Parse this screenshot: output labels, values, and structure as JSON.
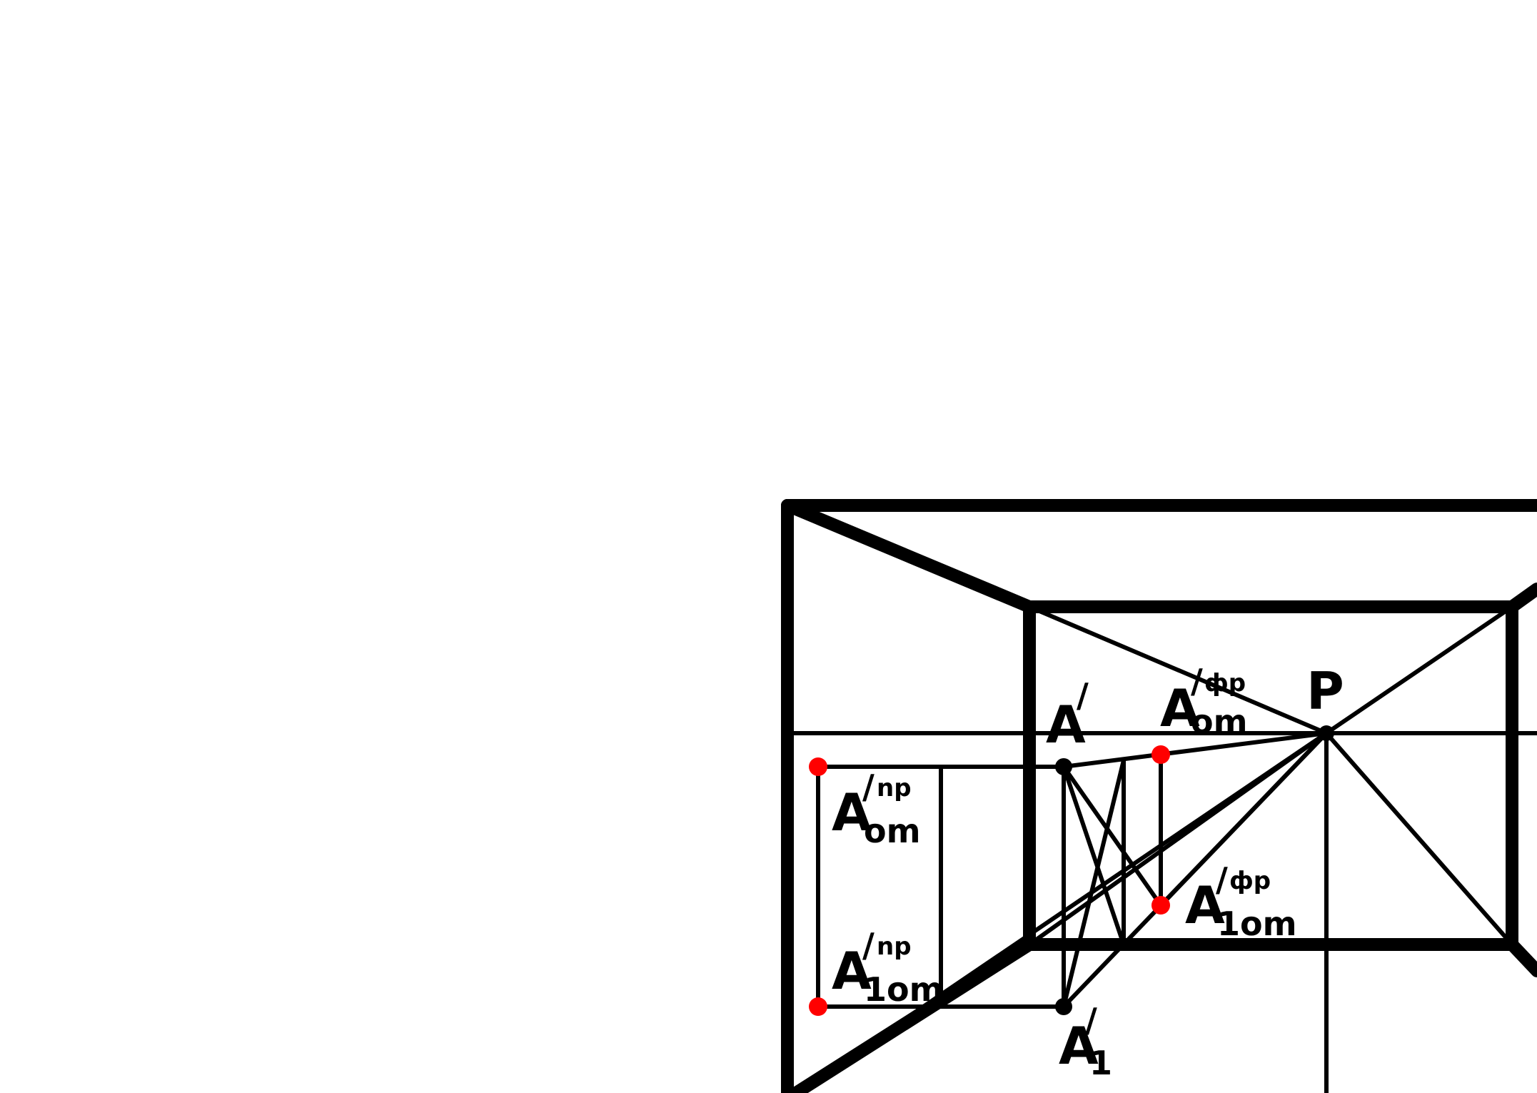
{
  "diagram": {
    "point_color": "#ff0000",
    "line_color": "#000000",
    "labels": {
      "P": {
        "base": "P",
        "prime": "",
        "sub": "",
        "sup": ""
      },
      "A_prime": {
        "base": "A",
        "prime": "/",
        "sub": "",
        "sup": ""
      },
      "A_om_fp": {
        "base": "A",
        "prime": "/",
        "sub": "om",
        "sup": "фр"
      },
      "A_om_np": {
        "base": "A",
        "prime": "/",
        "sub": "om",
        "sup": "np"
      },
      "A_1om_np": {
        "base": "A",
        "prime": "/",
        "sub": "1om",
        "sup": "np"
      },
      "A_1om_fp": {
        "base": "A",
        "prime": "/",
        "sub": "1om",
        "sup": "фр"
      },
      "A1_prime": {
        "base": "A",
        "prime": "/",
        "sub": "1",
        "sup": ""
      }
    }
  }
}
